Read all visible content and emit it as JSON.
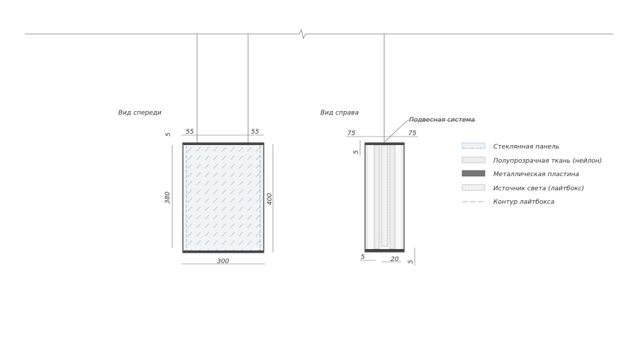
{
  "views": {
    "front": {
      "title": "Вид спереди",
      "dims": {
        "top_left": "55",
        "top_right": "55",
        "plate": "5",
        "inner_height": "380",
        "height": "400",
        "width": "300"
      }
    },
    "side": {
      "title": "Вид справа",
      "callout": "Подвесная система",
      "dims": {
        "top_left": "75",
        "top_right": "75",
        "plate_top": "5",
        "bottom_left": "5",
        "bottom_mid": "20",
        "plate_bottom": "5"
      }
    }
  },
  "legend": [
    {
      "label": "Стеклянная панель",
      "swatch": "glass"
    },
    {
      "label": "Полупрозрачная ткань (нейлон)",
      "swatch": "fabric"
    },
    {
      "label": "Металлическая пластина",
      "swatch": "metal"
    },
    {
      "label": "Источник света (лайтбокс)",
      "swatch": "light"
    },
    {
      "label": "Контур лайтбокса",
      "swatch": "dashed"
    }
  ],
  "colors": {
    "glass_hatch": "#8fb8d8",
    "metal": "#555555",
    "fabric": "#eeeeee"
  }
}
